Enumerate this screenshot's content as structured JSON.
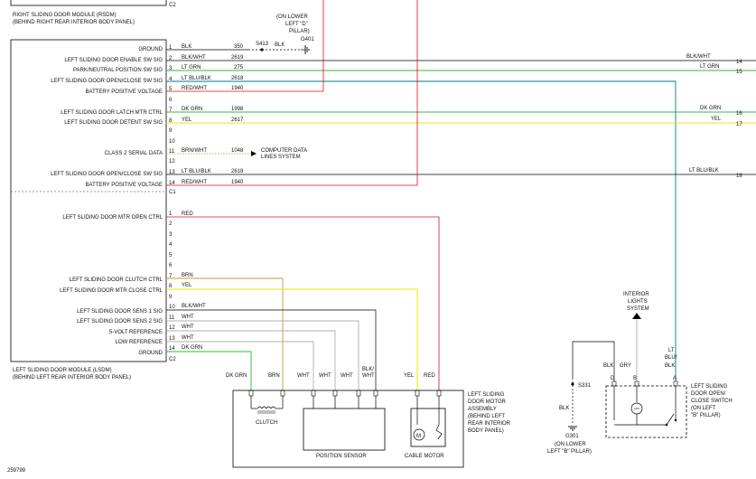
{
  "colors": {
    "black": "#000000",
    "red": "#e0101a",
    "green": "#33bb33",
    "yellow": "#e8e800",
    "teal": "#007a8a",
    "brown": "#c49a2a",
    "gray": "#999999",
    "lightgray": "#c8c8c8"
  },
  "icons": {
    "ground": "ground-symbol-icon",
    "arrow": "arrow-icon",
    "motor": "motor-icon"
  },
  "rsdm": {
    "connector": "C2",
    "title": "RIGHT SLIDING DOOR MODULE (RSDM)",
    "subtitle": "(BEHIND RIGHT REAR INTERIOR BODY PANEL)"
  },
  "ground_g401": {
    "note": [
      "(ON LOWER",
      "LEFT \"D\"",
      "PILLAR)"
    ],
    "id": "G401",
    "splice": "S413",
    "wire_color": "BLK"
  },
  "c2_pins": [
    {
      "num": "1",
      "label": "GROUND",
      "color": "BLK",
      "circuit": "350"
    },
    {
      "num": "2",
      "label": "LEFT SLIDING DOOR ENABLE SW SIG",
      "color": "BLK/WHT",
      "circuit": "2619"
    },
    {
      "num": "3",
      "label": "PARK/NEUTRAL POSITION SW SIG",
      "color": "LT GRN",
      "circuit": "275"
    },
    {
      "num": "4",
      "label": "LEFT SLIDING DOOR OPEN/CLOSE SW SIG",
      "color": "LT BLU/BLK",
      "circuit": "2618"
    },
    {
      "num": "5",
      "label": "BATTERY POSITIVE VOLTAGE",
      "color": "RED/WHT",
      "circuit": "1940"
    },
    {
      "num": "6",
      "label": "",
      "color": "",
      "circuit": ""
    },
    {
      "num": "7",
      "label": "LEFT SLIDING DOOR LATCH MTR CTRL",
      "color": "DK GRN",
      "circuit": "1998"
    },
    {
      "num": "8",
      "label": "LEFT SLIDING DOOR DETENT SW SIG",
      "color": "YEL",
      "circuit": "2617"
    },
    {
      "num": "9",
      "label": "",
      "color": "",
      "circuit": ""
    },
    {
      "num": "10",
      "label": "",
      "color": "",
      "circuit": ""
    },
    {
      "num": "11",
      "label": "CLASS 2 SERIAL DATA",
      "color": "BRN/WHT",
      "circuit": "1048"
    },
    {
      "num": "12",
      "label": "",
      "color": "",
      "circuit": ""
    },
    {
      "num": "13",
      "label": "LEFT SLIDING DOOR OPEN/CLOSE SW SIG",
      "color": "LT BLU/BLK",
      "circuit": "2618"
    },
    {
      "num": "14",
      "label": "BATTERY POSITIVE VOLTAGE",
      "color": "RED/WHT",
      "circuit": "1940"
    }
  ],
  "c1_connector": "C1",
  "c1_pins": [
    {
      "num": "1",
      "label": "LEFT SLIDING DOOR MTR OPEN CTRL",
      "color": "RED"
    },
    {
      "num": "2",
      "label": "",
      "color": ""
    },
    {
      "num": "3",
      "label": "",
      "color": ""
    },
    {
      "num": "4",
      "label": "",
      "color": ""
    },
    {
      "num": "5",
      "label": "",
      "color": ""
    },
    {
      "num": "6",
      "label": "",
      "color": ""
    },
    {
      "num": "7",
      "label": "LEFT SLIDING DOOR CLUTCH CTRL",
      "color": "BRN"
    },
    {
      "num": "8",
      "label": "LEFT SLIDING DOOR MTR CLOSE CTRL",
      "color": "YEL"
    },
    {
      "num": "9",
      "label": "",
      "color": ""
    },
    {
      "num": "10",
      "label": "LEFT SLIDING DOOR SENS 1 SIG",
      "color": "BLK/WHT"
    },
    {
      "num": "11",
      "label": "LEFT SLIDING DOOR SENS 2 SIG",
      "color": "WHT"
    },
    {
      "num": "12",
      "label": "5-VOLT REFERENCE",
      "color": "WHT"
    },
    {
      "num": "13",
      "label": "LOW REFERENCE",
      "color": "WHT"
    },
    {
      "num": "14",
      "label": "GROUND",
      "color": "DK GRN"
    }
  ],
  "c2_bottom_connector": "C2",
  "lsdm": {
    "title": "LEFT SLIDING DOOR MODULE (LSDM)",
    "subtitle": "(BEHIND LEFT REAR INTERIOR BODY PANEL)"
  },
  "computer_data": [
    "COMPUTER DATA",
    "LINES SYSTEM"
  ],
  "right_refs": [
    {
      "color": "BLK/WHT",
      "ref": "14"
    },
    {
      "color": "LT GRN",
      "ref": "15"
    },
    {
      "color": "DK GRN",
      "ref": "16"
    },
    {
      "color": "YEL",
      "ref": "17"
    },
    {
      "color": "LT BLU/BLK",
      "ref": "18"
    }
  ],
  "motor_assembly": {
    "title": [
      "LEFT SLIDING",
      "DOOR MOTOR",
      "ASSEMBLY",
      "(BEHIND LEFT",
      "REAR INTERIOR",
      "BODY PANEL)"
    ],
    "wires": [
      "DK GRN",
      "BRN",
      "WHT",
      "WHT",
      "WHT",
      "BLK/",
      "WHT",
      "YEL",
      "RED"
    ],
    "clutch": "CLUTCH",
    "position_sensor": "POSITION SENSOR",
    "cable_motor": "CABLE MOTOR"
  },
  "switch": {
    "interior_lights": [
      "INTERIOR",
      "LIGHTS",
      "SYSTEM"
    ],
    "wire_labels": [
      "BLK",
      "GRY",
      "LT",
      "BLU/",
      "BLK"
    ],
    "pins": [
      "D",
      "B",
      "A"
    ],
    "splice": "S331",
    "ground_color": "BLK",
    "ground_id": "G301",
    "ground_note": [
      "(ON LOWER",
      "LEFT \"B\" PILLAR)"
    ],
    "title": [
      "LEFT SLIDING",
      "DOOR OPEN/",
      "CLOSE SWITCH",
      "(ON LEFT",
      "\"B\" PILLAR)"
    ]
  },
  "figure_id": "259799"
}
